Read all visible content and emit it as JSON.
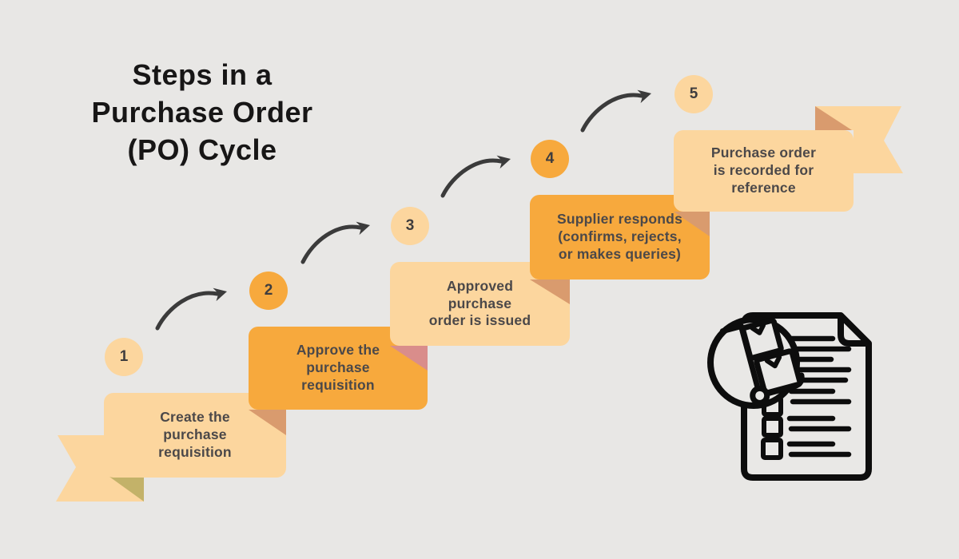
{
  "title": {
    "lines": [
      "Steps in a",
      "Purchase Order",
      "(PO) Cycle"
    ]
  },
  "steps": [
    {
      "number": "1",
      "label": "Create the\npurchase\nrequisition",
      "style": "light"
    },
    {
      "number": "2",
      "label": "Approve the\npurchase\nrequisition",
      "style": "orange"
    },
    {
      "number": "3",
      "label": "Approved\npurchase\norder is issued",
      "style": "light"
    },
    {
      "number": "4",
      "label": "Supplier responds\n(confirms, rejects,\nor makes queries)",
      "style": "orange"
    },
    {
      "number": "5",
      "label": "Purchase order\nis recorded for\nreference",
      "style": "light"
    }
  ],
  "icons": [
    "curved-arrow-icon",
    "ribbon-tail-icon",
    "flag-tail-icon",
    "po-document-icon",
    "hand-truck-icon"
  ],
  "colors": {
    "background": "#e8e7e5",
    "peach": "#fcd69e",
    "orange": "#f7a93d",
    "fold_tan": "#d99b6e",
    "fold_pink": "#d98d8b",
    "fold_olive": "#c3b269",
    "title_text": "#171616",
    "step_text": "#4b4849",
    "arrow": "#3b3b3b",
    "icon_ink": "#0d0d0d"
  }
}
